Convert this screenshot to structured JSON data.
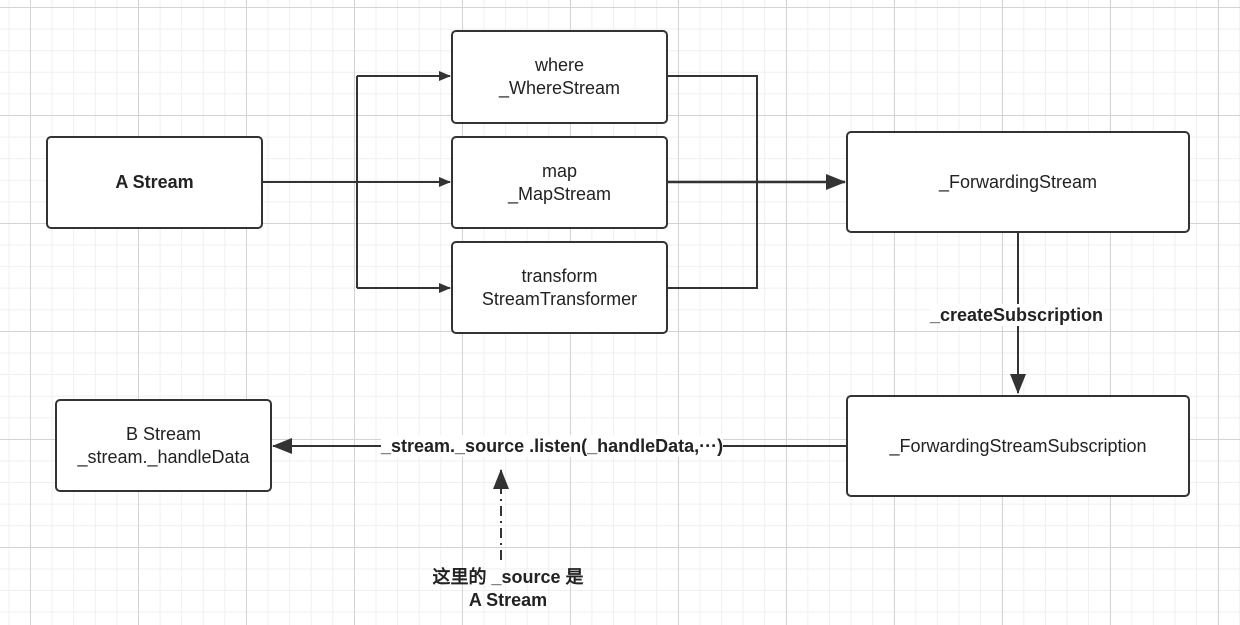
{
  "nodes": {
    "a_stream": {
      "label": "A Stream"
    },
    "where": {
      "line1": "where",
      "line2": "_WhereStream"
    },
    "map": {
      "line1": "map",
      "line2": "_MapStream"
    },
    "transform": {
      "line1": "transform",
      "line2": "StreamTransformer"
    },
    "forwarding_stream": {
      "label": "_ForwardingStream"
    },
    "forwarding_subscription": {
      "label": "_ForwardingStreamSubscription"
    },
    "b_stream": {
      "line1": "B Stream",
      "line2": "_stream._handleData"
    }
  },
  "edges": {
    "create_subscription": "_createSubscription",
    "listen_call": "_stream._source .listen(_handleData,···)"
  },
  "note": {
    "line1": "这里的 _source 是",
    "line2": "A Stream"
  }
}
